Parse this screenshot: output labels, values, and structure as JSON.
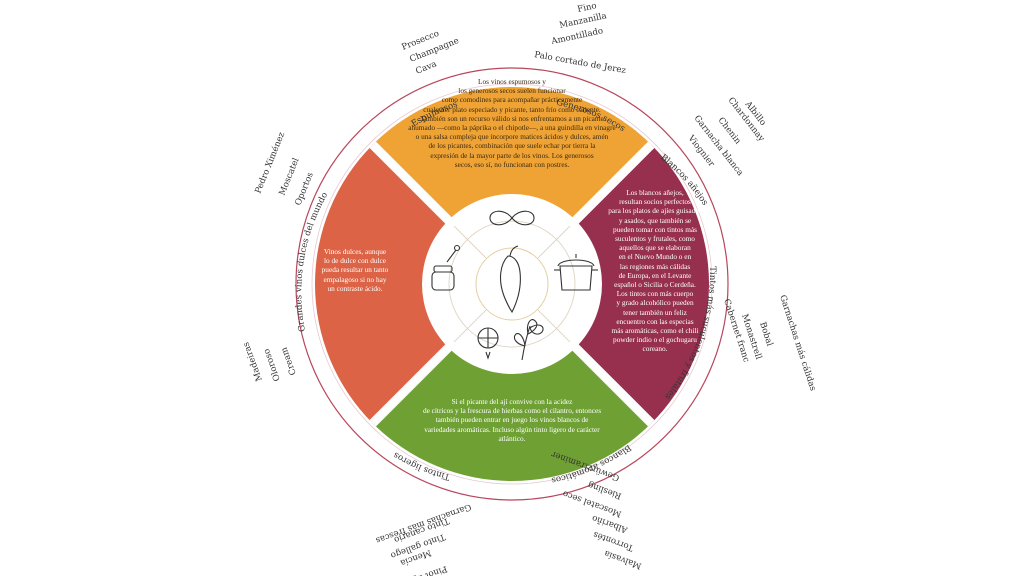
{
  "colors": {
    "orange": "#efa335",
    "red": "#dc6345",
    "wine": "#96304e",
    "green": "#6fa034",
    "ring": "#b8475c"
  },
  "quadrants": {
    "top": "Los vinos espumosos y\nlos generosos secos suelen funcionar\ncomo comodines para acompañar prácticamente\ncualquier plato especiado y picante, tanto frío como caliente.\nTambién son un recurso válido si nos enfrentamos a un picante\nahumado —como la páprika o el chipotle—, a una guindilla en vinagre\no una salsa compleja que incorpore matices ácidos y dulces, amén\nde los picantes, combinación que suele echar por tierra la\nexpresión de la mayor parte de los vinos. Los generosos\nsecos, eso sí, no funcionan con postres.",
    "left": "Vinos dulces, aunque\nlo de dulce con dulce\npueda resultar un tanto\nempalagoso si no hay\nun contraste ácido.",
    "right": "Los blancos añejos,\nresultan socios perfectos\npara los platos de ajíes guisados\ny asados, que también se\npueden tomar con tintos más\nsuculentos y frutales, como\naquellos que se elaboran\nen el Nuevo Mundo o en\nlas regiones más cálidas\nde Europa, en el Levante\nespañol o Sicilia o Cerdeña.\nLos tintos con más cuerpo\ny grado alcohólico pueden\ntener también un feliz\nencuentro con las especias\nmás aromáticas, como el chili\npowder indio o el gochugaru\ncoreano.",
    "bottom": "Si el picante del ají convive con la acidez\nde cítricos y la frescura de hierbas como el cilantro, entonces\ntambién pueden entrar en juego los vinos blancos de\nvariedades aromáticas. Incluso algún tinto ligero de carácter\natlántico."
  },
  "categories": {
    "espumosos": "Espumosos",
    "generosos_secos": "Generosos secos",
    "blancos_anejos": "Blancos añejos",
    "tintos_suculentos": "Tintos más suculentos y frutales",
    "blancos_aromaticos": "Blancos aromáticos",
    "tintos_ligeros": "Tintos ligeros",
    "grandes_dulces": "Grandes vinos dulces del mundo"
  },
  "wines": {
    "espumosos": [
      "Prosecco",
      "Champagne",
      "Cava"
    ],
    "generosos_secos": [
      "Fino",
      "Manzanilla",
      "Amontillado",
      "Palo cortado de Jerez"
    ],
    "blancos_anejos": [
      "Albillo",
      "Chardonnay",
      "Chenin",
      "Garnacha blanca",
      "Viognier"
    ],
    "tintos_suculentos": [
      "Garnachas más cálidas",
      "Bobal",
      "Monastrell",
      "Cabernet franc"
    ],
    "blancos_aromaticos": [
      "Gewürztraminer",
      "Riesling",
      "Moscatel seco",
      "Albariño",
      "Torrontés",
      "Malvasía"
    ],
    "tintos_ligeros": [
      "Garnachas más frescas",
      "Tinto canario",
      "Tinto gallego",
      "Mencía",
      "Pinot ligero y jovial"
    ],
    "dulces_upper": [
      "Pedro Ximénez",
      "Moscatel",
      "Oportos"
    ],
    "dulces_lower": [
      "Cream",
      "Oloroso",
      "Madeiras"
    ]
  },
  "icons": {
    "top": "infinity-icon",
    "left": "honey-jar-icon",
    "center": "chili-pepper-icon",
    "right": "cooking-pot-icon",
    "bottom_left": "lime-icon",
    "bottom_right": "cilantro-icon"
  }
}
